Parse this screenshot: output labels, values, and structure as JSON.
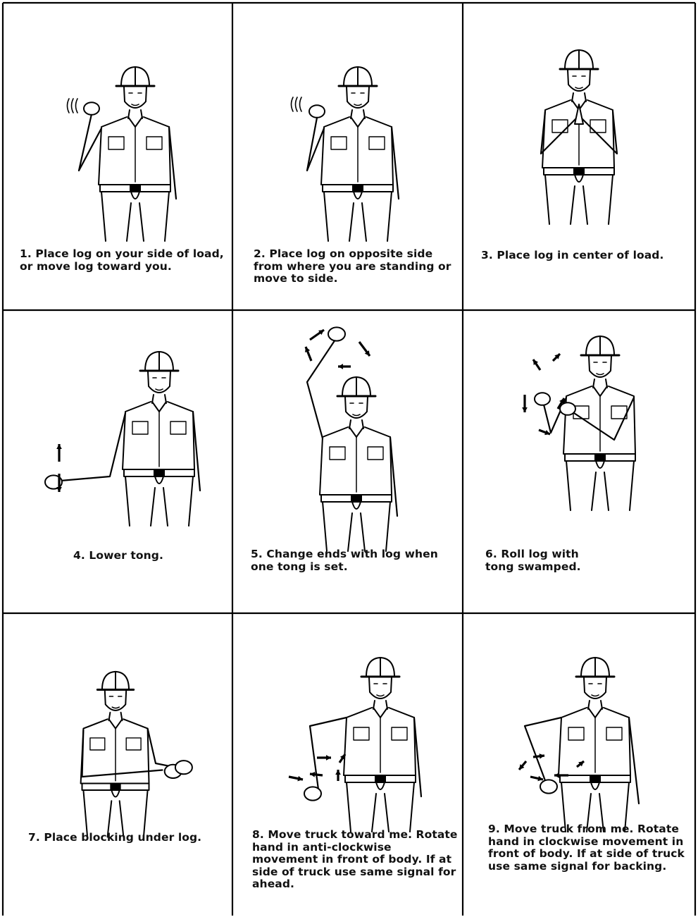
{
  "signals": [
    {
      "num": "1.",
      "text": "Place log on your side of load, or move log toward you.",
      "icon": "signal-move-log-toward-you-figure"
    },
    {
      "num": "2.",
      "text": "Place log on opposite side from where you are standing or move to side.",
      "icon": "signal-move-log-opposite-side-figure"
    },
    {
      "num": "3.",
      "text": "Place log in center of load.",
      "icon": "signal-center-of-load-figure"
    },
    {
      "num": "4.",
      "text": "Lower tong.",
      "icon": "signal-lower-tong-figure"
    },
    {
      "num": "5.",
      "text": "Change ends with log when one tong is set.",
      "icon": "signal-change-ends-figure"
    },
    {
      "num": "6.",
      "text": "Roll log with tong swamped.",
      "icon": "signal-roll-log-figure"
    },
    {
      "num": "7.",
      "text": "Place blocking under log.",
      "icon": "signal-place-blocking-figure"
    },
    {
      "num": "8.",
      "text": "Move truck toward me. Rotate hand in anti-clockwise movement in front of body. If at side of truck use same signal for ahead.",
      "icon": "signal-move-truck-toward-me-figure"
    },
    {
      "num": "9.",
      "text": "Move truck from me. Rotate hand in clockwise movement in front of body. If at side of truck use same signal for backing.",
      "icon": "signal-move-truck-from-me-figure"
    }
  ]
}
